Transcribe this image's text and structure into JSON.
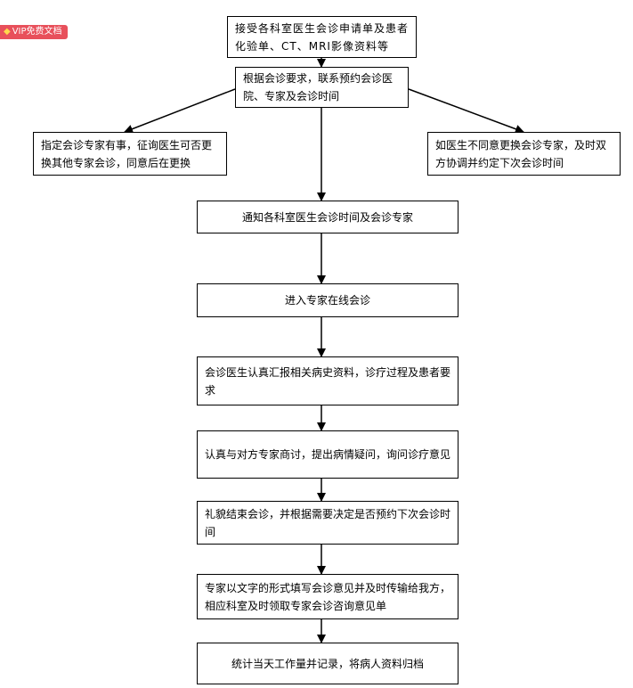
{
  "badge": {
    "label": "VIP免费文档",
    "icon": "diamond-icon",
    "color": "#e8505b"
  },
  "nodes": {
    "n1": "接受各科室医生会诊申请单及患者化验单、CT、MRI影像资料等",
    "n2": "根据会诊要求，联系预约会诊医院、专家及会诊时间",
    "n3": "指定会诊专家有事，征询医生可否更换其他专家会诊，同意后在更换",
    "n4": "如医生不同意更换会诊专家，及时双方协调并约定下次会诊时间",
    "n5": "通知各科室医生会诊时间及会诊专家",
    "n6": "进入专家在线会诊",
    "n7": "会诊医生认真汇报相关病史资料，诊疗过程及患者要求",
    "n8": "认真与对方专家商讨，提出病情疑问，询问诊疗意见",
    "n9": "礼貌结束会诊，并根据需要决定是否预约下次会诊时间",
    "n10": "专家以文字的形式填写会诊意见并及时传输给我方，相应科室及时领取专家会诊咨询意见单",
    "n11": "统计当天工作量并记录，将病人资料归档"
  }
}
